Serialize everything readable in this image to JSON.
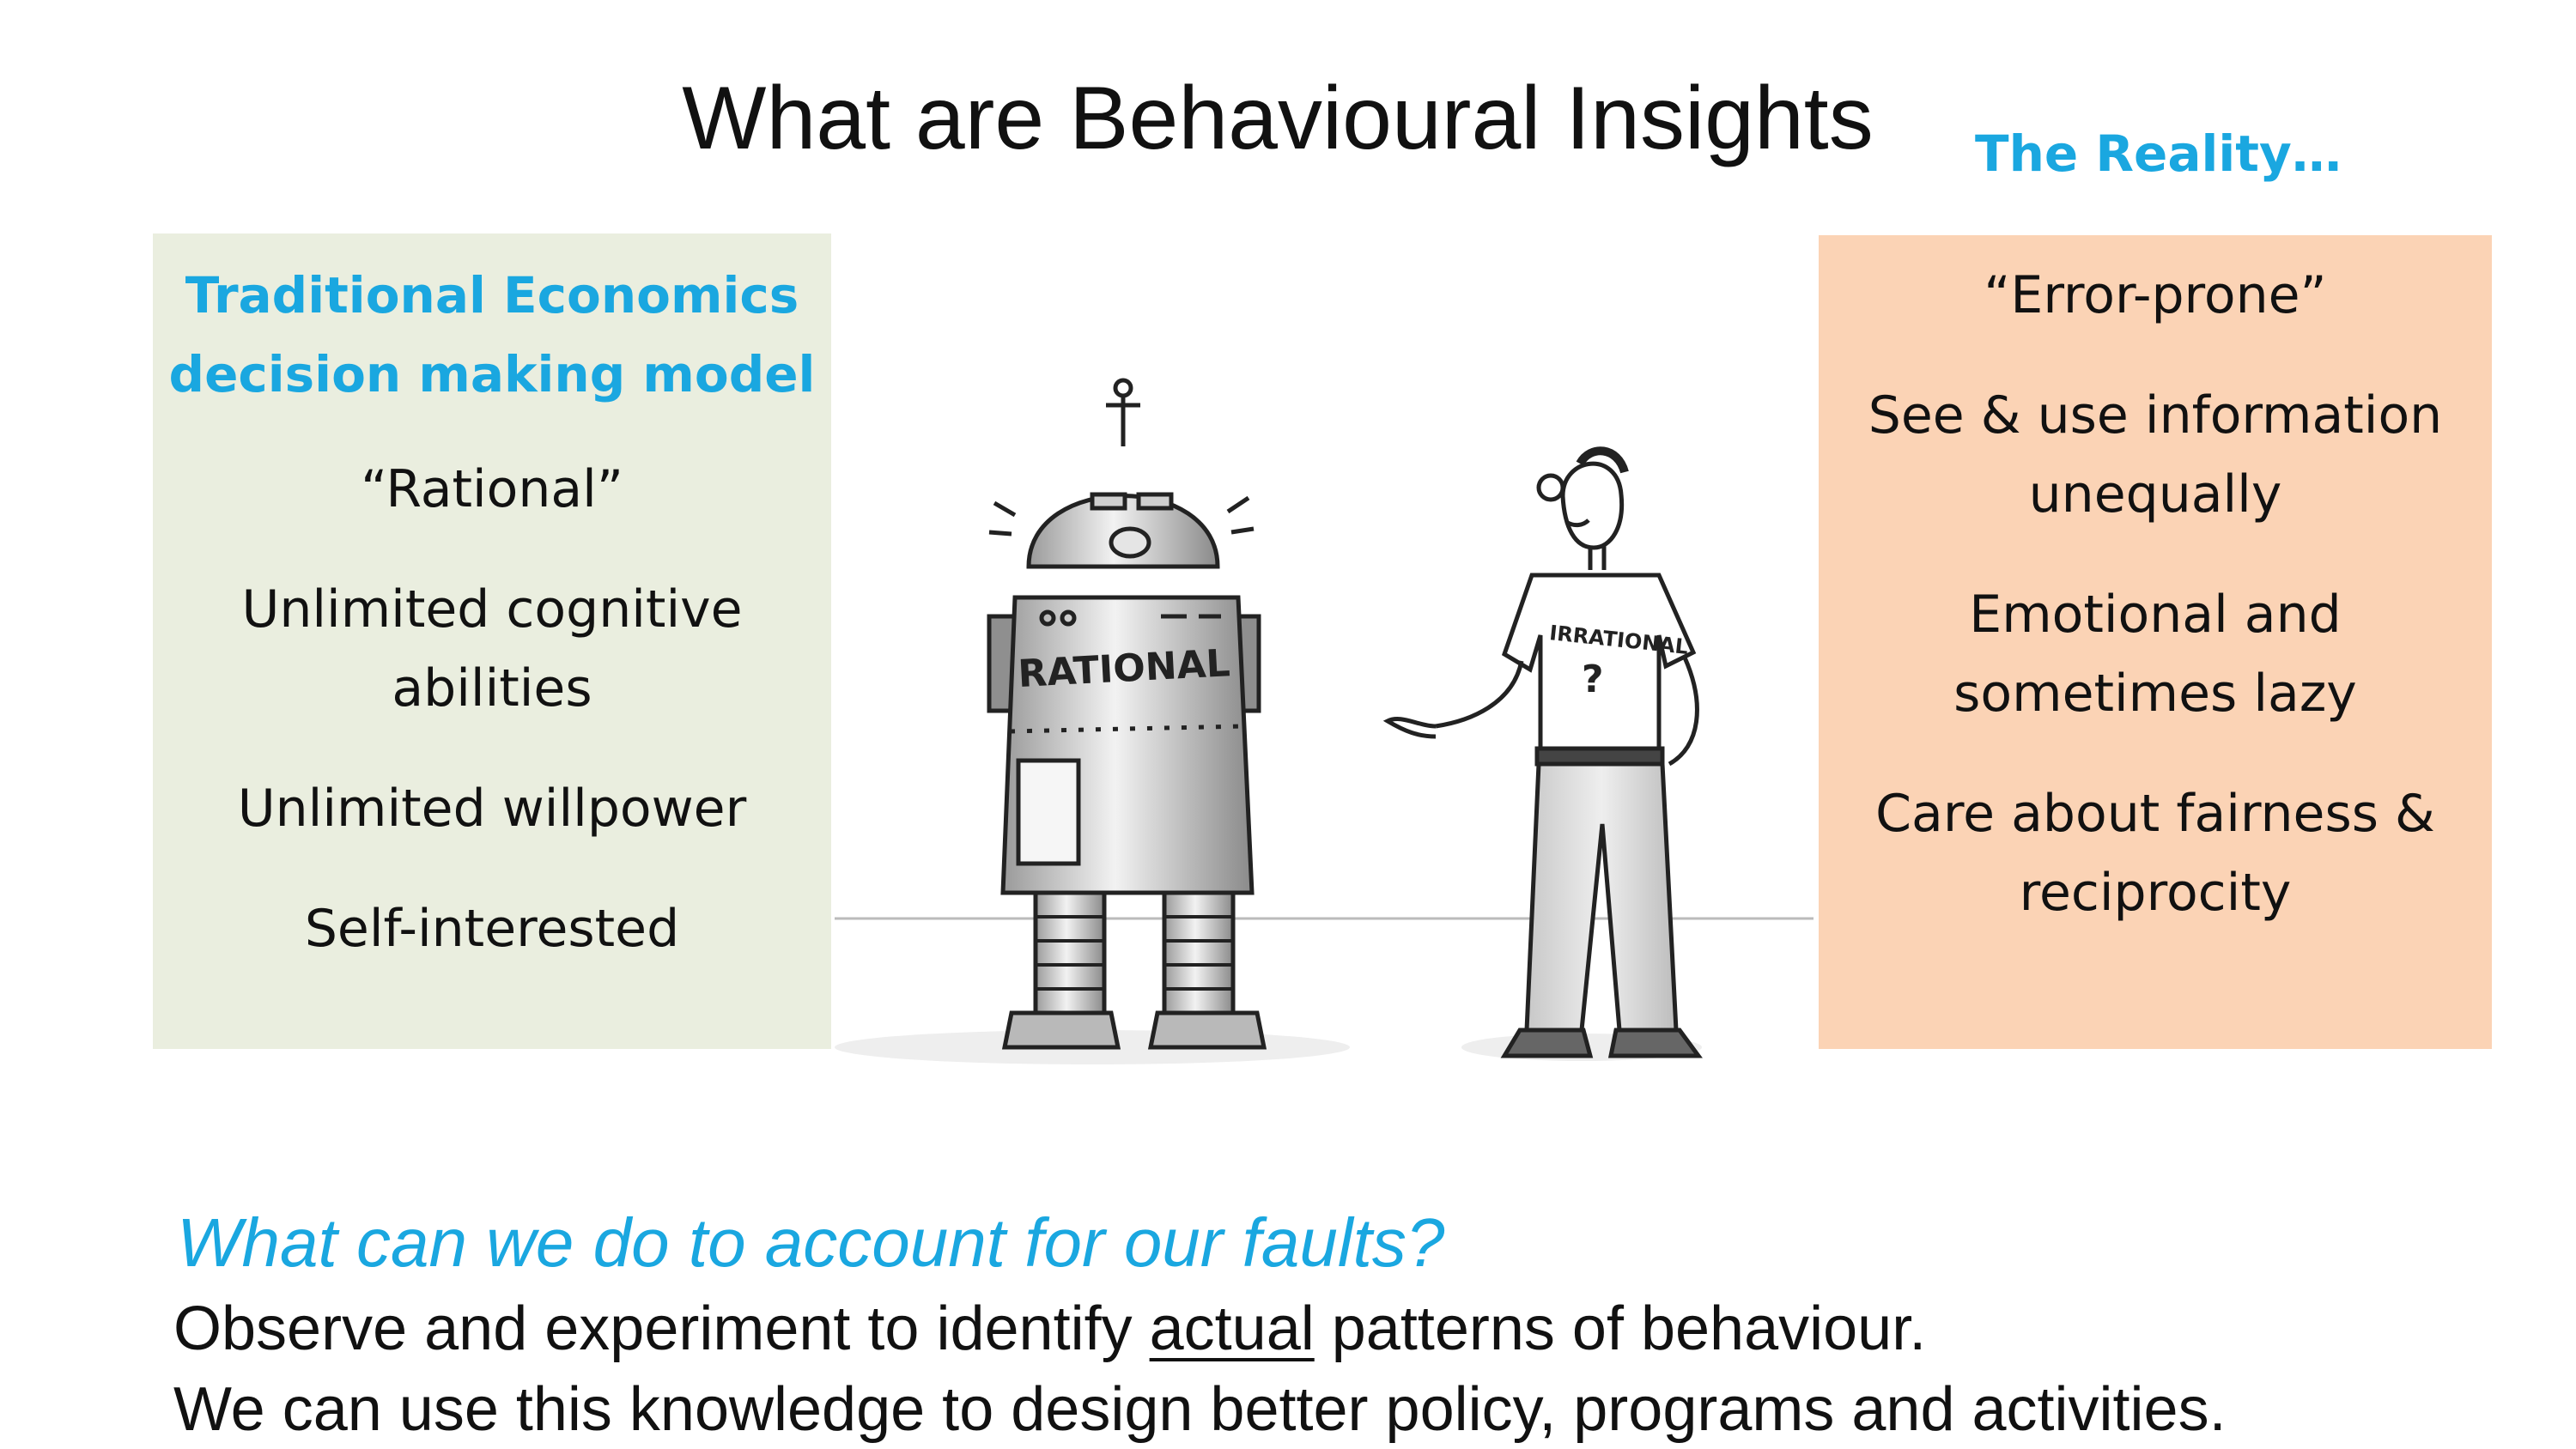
{
  "slide": {
    "title": "What are Behavioural Insights"
  },
  "left_panel": {
    "heading_line1": "Traditional Economics",
    "heading_line2": "decision making model",
    "items": [
      {
        "line1": "“Rational”"
      },
      {
        "line1": "Unlimited cognitive",
        "line2": "abilities"
      },
      {
        "line1": "Unlimited willpower"
      },
      {
        "line1": "Self-interested"
      }
    ]
  },
  "right_panel": {
    "heading": "The Reality…",
    "items": [
      {
        "line1": "“Error-prone”"
      },
      {
        "line1": "See & use information",
        "line2": "unequally"
      },
      {
        "line1": "Emotional and",
        "line2": "sometimes lazy"
      },
      {
        "line1": "Care about fairness &",
        "line2": "reciprocity"
      }
    ]
  },
  "cartoon": {
    "robot_label": "RATIONAL",
    "man_label": "IRRATIONAL",
    "man_mark": "?"
  },
  "footer": {
    "question": "What can we do to account for our faults?",
    "line1_before": "Observe and experiment to identify ",
    "line1_underlined": "actual",
    "line1_after": " patterns of behaviour.",
    "line2": "We can use this knowledge to design better policy, programs and activities."
  }
}
